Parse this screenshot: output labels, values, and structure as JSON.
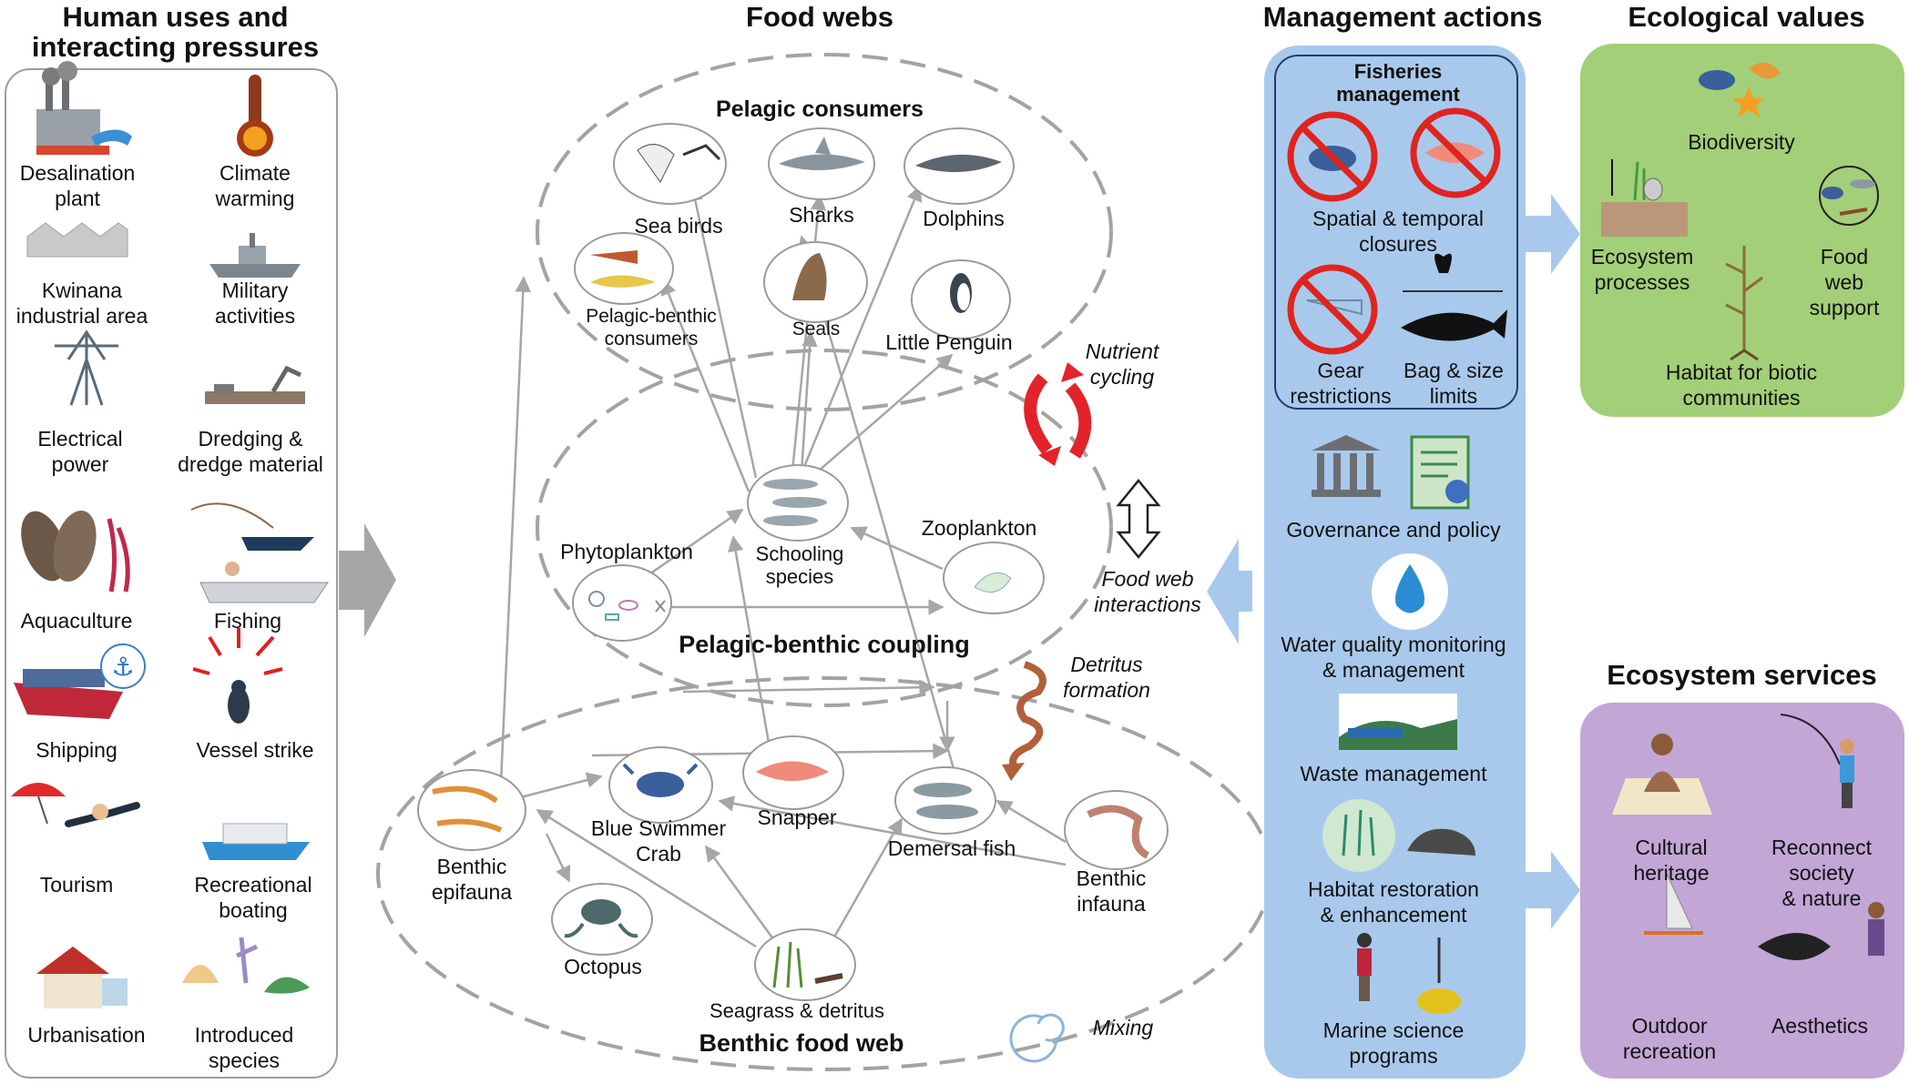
{
  "headers": {
    "human_uses": "Human uses and\ninteracting pressures",
    "food_webs": "Food webs",
    "management": "Management actions",
    "ecological": "Ecological values",
    "services": "Ecosystem services"
  },
  "pressures": [
    "Desalination\nplant",
    "Climate\nwarming",
    "Kwinana\nindustrial area",
    "Military\nactivities",
    "Electrical\npower",
    "Dredging &\ndredge material",
    "Aquaculture",
    "Fishing",
    "Shipping",
    "Vessel strike",
    "Tourism",
    "Recreational\nboating",
    "Urbanisation",
    "Introduced\nspecies"
  ],
  "food_web": {
    "pelagic_title": "Pelagic consumers",
    "coupling_title": "Pelagic-benthic coupling",
    "benthic_title": "Benthic food web",
    "nodes": {
      "sea_birds": "Sea birds",
      "sharks": "Sharks",
      "dolphins": "Dolphins",
      "pelagic_benthic": "Pelagic-benthic\nconsumers",
      "seals": "Seals",
      "little_penguin": "Little Penguin",
      "phytoplankton": "Phytoplankton",
      "schooling": "Schooling\nspecies",
      "zooplankton": "Zooplankton",
      "benthic_epifauna": "Benthic\nepifauna",
      "blue_crab": "Blue Swimmer\nCrab",
      "snapper": "Snapper",
      "demersal": "Demersal fish",
      "benthic_infauna": "Benthic\ninfauna",
      "octopus": "Octopus",
      "seagrass": "Seagrass & detritus"
    },
    "processes": {
      "nutrient": "Nutrient\ncycling",
      "interactions": "Food web\ninteractions",
      "detritus": "Detritus\nformation",
      "mixing": "Mixing"
    }
  },
  "management": {
    "fisheries_title": "Fisheries\nmanagement",
    "closures": "Spatial & temporal\nclosures",
    "gear": "Gear\nrestrictions",
    "bag": "Bag & size\nlimits",
    "governance": "Governance and policy",
    "water": "Water quality monitoring\n& management",
    "waste": "Waste management",
    "habitat": "Habitat restoration\n& enhancement",
    "science": "Marine science\nprograms"
  },
  "ecological": {
    "biodiversity": "Biodiversity",
    "processes": "Ecosystem\nprocesses",
    "food_web_support": "Food web\nsupport",
    "habitat": "Habitat for biotic\ncommunities"
  },
  "services": {
    "cultural": "Cultural\nheritage",
    "reconnect": "Reconnect\nsociety\n& nature",
    "outdoor": "Outdoor\nrecreation",
    "aesthetics": "Aesthetics"
  },
  "colors": {
    "management_panel": "#a9c9ec",
    "ecological_panel": "#a3cf78",
    "services_panel": "#c2a6d6",
    "flow_arrow": "#a9c9ec",
    "gray_arrow": "#a6a6a6"
  }
}
